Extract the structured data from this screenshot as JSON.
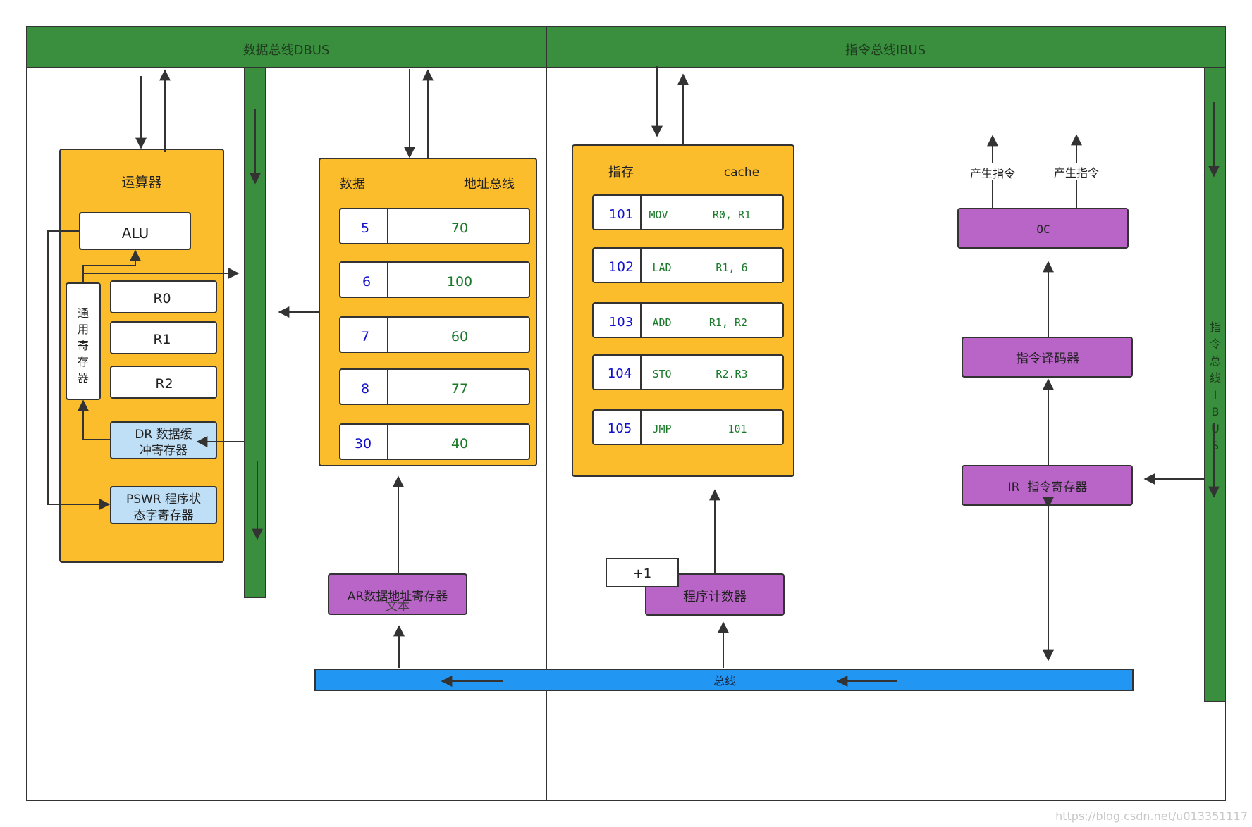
{
  "colors": {
    "bus_green": "#3a8f3e",
    "box_orange": "#fbbd2c",
    "box_purple": "#b965c8",
    "reg_blue": "#bfdff7",
    "bus_blue": "#2196f3",
    "text_blue": "#1111cc",
    "text_green": "#1a7a2a",
    "line": "#333333"
  },
  "buses": {
    "dbus": "数据总线DBUS",
    "ibus": "指令总线IBUS",
    "ibus_vertical": [
      "指",
      "令",
      "总",
      "线",
      "I",
      "B",
      "U",
      "S"
    ],
    "main_bus": "总线"
  },
  "alu_unit": {
    "title": "运算器",
    "alu": "ALU",
    "gpr_label": [
      "通",
      "用",
      "寄",
      "存",
      "器"
    ],
    "registers": [
      "R0",
      "R1",
      "R2"
    ],
    "dr": [
      "DR 数据缓",
      "冲寄存器"
    ],
    "pswr": [
      "PSWR 程序状",
      "态字寄存器"
    ]
  },
  "memory": {
    "col_data": "数据",
    "col_addr": "地址总线",
    "rows": [
      {
        "addr": "5",
        "value": "70"
      },
      {
        "addr": "6",
        "value": "100"
      },
      {
        "addr": "7",
        "value": "60"
      },
      {
        "addr": "8",
        "value": "77"
      },
      {
        "addr": "30",
        "value": "40"
      }
    ]
  },
  "cache": {
    "col_instr": "指存",
    "col_cache": "cache",
    "rows": [
      {
        "addr": "101",
        "op": "MOV",
        "args": "R0, R1"
      },
      {
        "addr": "102",
        "op": "LAD",
        "args": "R1, 6"
      },
      {
        "addr": "103",
        "op": "ADD",
        "args": "R1, R2"
      },
      {
        "addr": "104",
        "op": "STO",
        "args": "R2.R3"
      },
      {
        "addr": "105",
        "op": "JMP",
        "args": "101"
      }
    ]
  },
  "ar": {
    "label": "AR数据地址寄存器",
    "overlay": "文本"
  },
  "pc": {
    "label": "程序计数器",
    "increment": "+1"
  },
  "control": {
    "oc": "OC",
    "decoder": "指令译码器",
    "ir": "IR  指令寄存器",
    "gen_left": "产生指令",
    "gen_right": "产生指令"
  },
  "watermark": "https://blog.csdn.net/u013351117"
}
